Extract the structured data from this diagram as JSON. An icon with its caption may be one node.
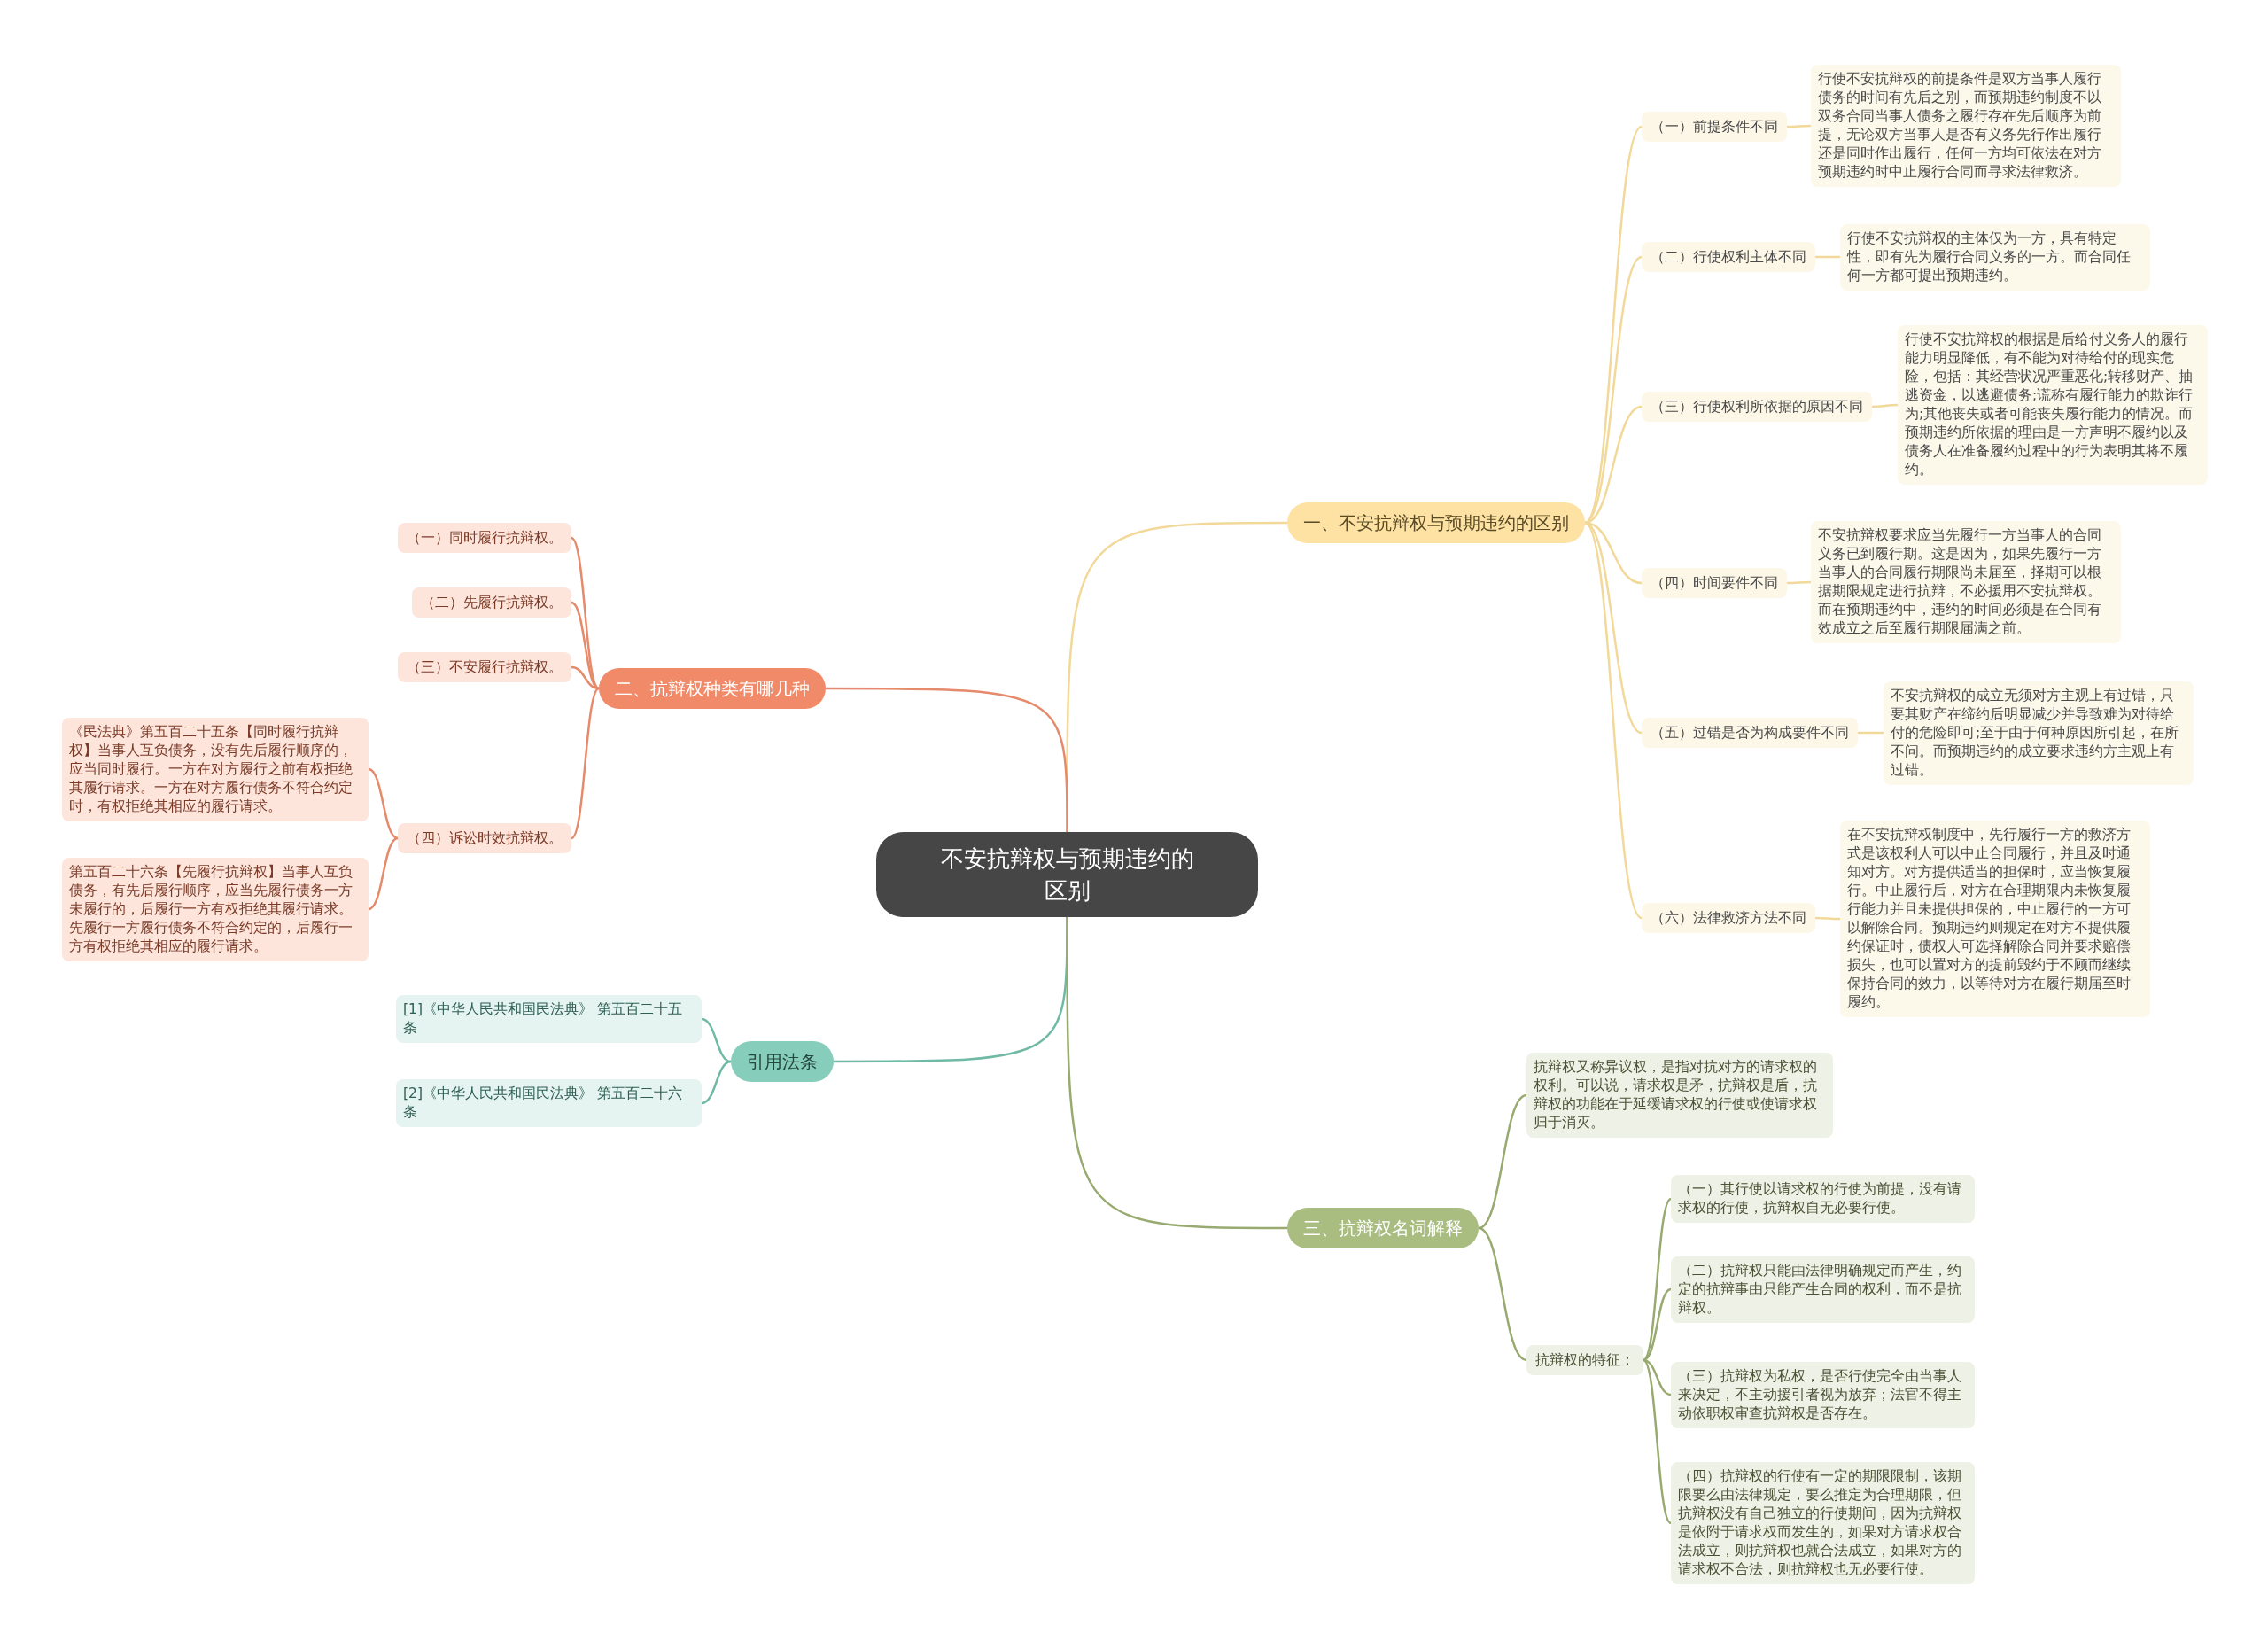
{
  "diagram": {
    "nodes": [
      {
        "text": [
          "不安抗辩权与预期违约的区别"
        ]
      },
      {
        "text": [
          "一、不安抗辩权与预期违约的区别"
        ]
      },
      {
        "text": [
          "（一）前提条件不同"
        ]
      },
      {
        "text": [
          "行使不安抗辩权的前提条件是双方当事人履行债务的时间有先后之别，而预期违约制度不以双务合同当事人债务之履行存在先后顺序为前提，无论双方当事人是否有义务先行作出履行还是同时作出履行，任何一方均可依法在对方预期违约时中止履行合同而寻求法律救济。"
        ]
      },
      {
        "text": [
          "（二）行使权利主体不同"
        ]
      },
      {
        "text": [
          "行使不安抗辩权的主体仅为一方，具有特定性，即有先为履行合同义务的一方。而合同任何一方都可提出预期违约。"
        ]
      },
      {
        "text": [
          "（三）行使权利所依据的原因不同"
        ]
      },
      {
        "text": [
          "行使不安抗辩权的根据是后给付义务人的履行能力明显降低，有不能为对待给付的现实危险，包括：其经营状况严重恶化;转移财产、抽逃资金，以逃避债务;谎称有履行能力的欺诈行为;其他丧失或者可能丧失履行能力的情况。而预期违约所依据的理由是一方声明不履约以及债务人在准备履约过程中的行为表明其将不履约。"
        ]
      },
      {
        "text": [
          "（四）时间要件不同"
        ]
      },
      {
        "text": [
          "不安抗辩权要求应当先履行一方当事人的合同义务已到履行期。这是因为，如果先履行一方当事人的合同履行期限尚未届至，择期可以根据期限规定进行抗辩，不必援用不安抗辩权。而在预期违约中，违约的时间必须是在合同有效成立之后至履行期限届满之前。"
        ]
      },
      {
        "text": [
          "（五）过错是否为构成要件不同"
        ]
      },
      {
        "text": [
          "不安抗辩权的成立无须对方主观上有过错，只要其财产在缔约后明显减少并导致难为对待给付的危险即可;至于由于何种原因所引起，在所不问。而预期违约的成立要求违约方主观上有过错。"
        ]
      },
      {
        "text": [
          "（六）法律救济方法不同"
        ]
      },
      {
        "text": [
          "在不安抗辩权制度中，先行履行一方的救济方式是该权利人可以中止合同履行，并且及时通知对方。对方提供适当的担保时，应当恢复履行。中止履行后，对方在合理期限内未恢复履行能力并且未提供担保的，中止履行的一方可以解除合同。预期违约则规定在对方不提供履约保证时，债权人可选择解除合同并要求赔偿损失，也可以置对方的提前毁约于不顾而继续保持合同的效力，以等待对方在履行期届至时履约。"
        ]
      },
      {
        "text": [
          "二、抗辩权种类有哪几种"
        ]
      },
      {
        "text": [
          "（一）同时履行抗辩权。"
        ]
      },
      {
        "text": [
          "（二）先履行抗辩权。"
        ]
      },
      {
        "text": [
          "（三）不安履行抗辩权。"
        ]
      },
      {
        "text": [
          "（四）诉讼时效抗辩权。"
        ]
      },
      {
        "text": [
          "《民法典》第五百二十五条【同时履行抗辩权】当事人互负债务，没有先后履行顺序的，应当同时履行。一方在对方履行之前有权拒绝其履行请求。一方在对方履行债务不符合约定时，有权拒绝其相应的履行请求。"
        ]
      },
      {
        "text": [
          "第五百二十六条【先履行抗辩权】当事人互负债务，有先后履行顺序，应当先履行债务一方未履行的，后履行一方有权拒绝其履行请求。先履行一方履行债务不符合约定的，后履行一方有权拒绝其相应的履行请求。"
        ]
      },
      {
        "text": [
          "引用法条"
        ]
      },
      {
        "text": [
          "[1]《中华人民共和国民法典》 第五百二十五条"
        ]
      },
      {
        "text": [
          "[2]《中华人民共和国民法典》 第五百二十六条"
        ]
      },
      {
        "text": [
          "三、抗辩权名词解释"
        ]
      },
      {
        "text": [
          "抗辩权又称异议权，是指对抗对方的请求权的权利。可以说，请求权是矛，抗辩权是盾，抗辩权的功能在于延缓请求权的行使或使请求权归于消灭。"
        ]
      },
      {
        "text": [
          "抗辩权的特征："
        ]
      },
      {
        "text": [
          "（一）其行使以请求权的行使为前提，没有请求权的行使，抗辩权自无必要行使。"
        ]
      },
      {
        "text": [
          "（二）抗辩权只能由法律明确规定而产生，约定的抗辩事由只能产生合同的权利，而不是抗辩权。"
        ]
      },
      {
        "text": [
          "（三）抗辩权为私权，是否行使完全由当事人来决定，不主动援引者视为放弃；法官不得主动依职权审查抗辩权是否存在。"
        ]
      },
      {
        "text": [
          "（四）抗辩权的行使有一定的期限限制，该期限要么由法律规定，要么推定为合理期限，但抗辩权没有自己独立的行使期间，因为抗辩权是依附于请求权而发生的，如果对方请求权合法成立，则抗辩权也就合法成立，如果对方的请求权不合法，则抗辩权也无必要行使。"
        ]
      }
    ],
    "edges": [
      {
        "from": 0,
        "to": 1,
        "arrow": "none"
      },
      {
        "from": 1,
        "to": 2,
        "arrow": "none"
      },
      {
        "from": 2,
        "to": 3,
        "arrow": "none"
      },
      {
        "from": 1,
        "to": 4,
        "arrow": "none"
      },
      {
        "from": 4,
        "to": 5,
        "arrow": "none"
      },
      {
        "from": 1,
        "to": 6,
        "arrow": "none"
      },
      {
        "from": 6,
        "to": 7,
        "arrow": "none"
      },
      {
        "from": 1,
        "to": 8,
        "arrow": "none"
      },
      {
        "from": 8,
        "to": 9,
        "arrow": "none"
      },
      {
        "from": 1,
        "to": 10,
        "arrow": "none"
      },
      {
        "from": 10,
        "to": 11,
        "arrow": "none"
      },
      {
        "from": 1,
        "to": 12,
        "arrow": "none"
      },
      {
        "from": 12,
        "to": 13,
        "arrow": "none"
      },
      {
        "from": 0,
        "to": 14,
        "arrow": "none",
        "color": "#e58a6b"
      },
      {
        "from": 14,
        "to": 15,
        "arrow": "none",
        "color": "#e58a6b"
      },
      {
        "from": 14,
        "to": 16,
        "arrow": "none",
        "color": "#e58a6b"
      },
      {
        "from": 14,
        "to": 17,
        "arrow": "none",
        "color": "#e58a6b"
      },
      {
        "from": 14,
        "to": 18,
        "arrow": "none",
        "color": "#e58a6b"
      },
      {
        "from": 18,
        "to": 19,
        "arrow": "none",
        "color": "#e58a6b"
      },
      {
        "from": 18,
        "to": 20,
        "arrow": "none",
        "color": "#e58a6b"
      },
      {
        "from": 0,
        "to": 21,
        "arrow": "none",
        "color": "#6fb9a5"
      },
      {
        "from": 21,
        "to": 22,
        "arrow": "none",
        "color": "#6fb9a5"
      },
      {
        "from": 21,
        "to": 23,
        "arrow": "none",
        "color": "#6fb9a5"
      },
      {
        "from": 0,
        "to": 24,
        "arrow": "none",
        "color": "#98aa70"
      },
      {
        "from": 24,
        "to": 25,
        "arrow": "none",
        "color": "#98aa70"
      },
      {
        "from": 24,
        "to": 26,
        "arrow": "none",
        "color": "#98aa70"
      },
      {
        "from": 26,
        "to": 27,
        "arrow": "none",
        "color": "#98aa70"
      },
      {
        "from": 26,
        "to": 28,
        "arrow": "none",
        "color": "#98aa70"
      },
      {
        "from": 26,
        "to": 29,
        "arrow": "none",
        "color": "#98aa70"
      },
      {
        "from": 26,
        "to": 30,
        "arrow": "none",
        "color": "#98aa70"
      }
    ]
  }
}
